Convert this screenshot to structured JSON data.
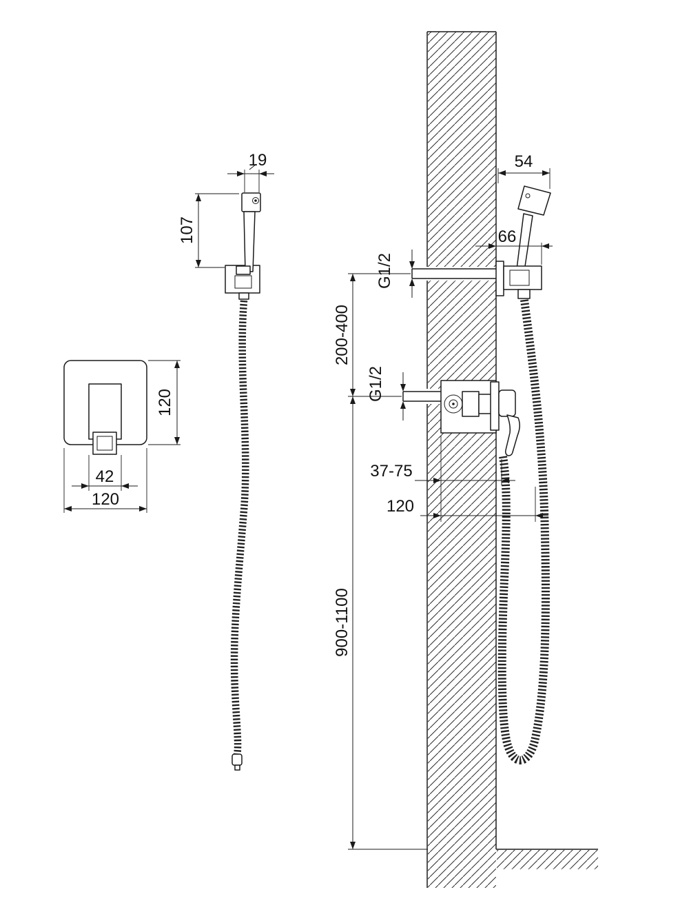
{
  "style": {
    "ink": "#1a1a1a",
    "paper": "#ffffff"
  },
  "front_view": {
    "hand_shower": {
      "head_width": "19",
      "height": "107"
    },
    "mixer_plate": {
      "height": "120",
      "handle_width": "42",
      "width": "120"
    }
  },
  "side_view": {
    "head_offset": "54",
    "holder_depth": "66",
    "top_thread": "G1/2",
    "mixer_thread": "G1/2",
    "holder_to_mixer": "200-400",
    "mixer_depth": "37-75",
    "mixer_offset": "120",
    "floor_to_mixer": "900-1100"
  }
}
